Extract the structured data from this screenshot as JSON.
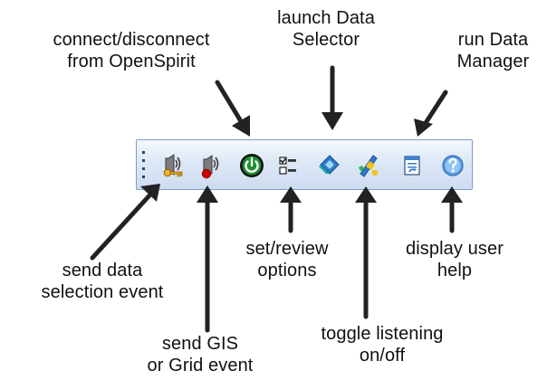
{
  "labels": {
    "connect": "connect/disconnect\nfrom OpenSpirit",
    "launch": "launch Data\nSelector",
    "run": "run Data\nManager",
    "send_data": "send data\nselection event",
    "options": "set/review\noptions",
    "help": "display user\nhelp",
    "gis": "send GIS\nor Grid event",
    "toggle": "toggle listening\non/off"
  },
  "toolbar": {
    "buttons": [
      {
        "icon": "send-data-selection-event-icon"
      },
      {
        "icon": "send-gis-grid-event-icon"
      },
      {
        "icon": "power-icon"
      },
      {
        "icon": "options-checklist-icon"
      },
      {
        "icon": "data-selector-icon"
      },
      {
        "icon": "toggle-listening-icon"
      },
      {
        "icon": "data-manager-icon"
      },
      {
        "icon": "help-icon"
      }
    ]
  },
  "colors": {
    "toolbar_top": "#f4f8fd",
    "toolbar_bottom": "#cddcf0",
    "toolbar_border": "#7d9fcb",
    "power_green": "#1f8d2f",
    "accent_blue": "#2f79c8",
    "accent_teal": "#19a6a8",
    "accent_red": "#d00000"
  }
}
